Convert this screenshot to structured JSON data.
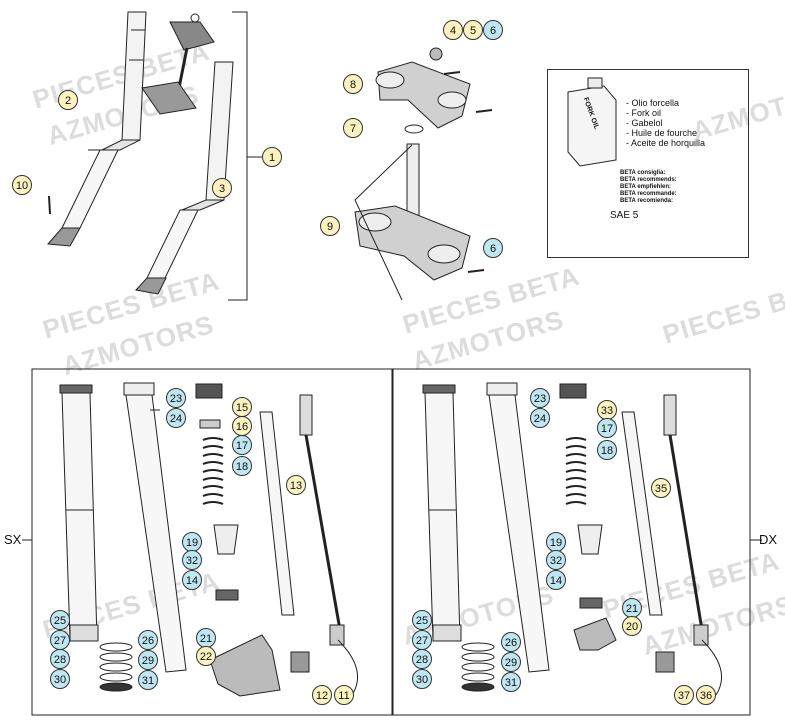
{
  "watermarks": [
    "PIECES BETA",
    "AZMOTORS",
    "PIECES BETA",
    "AZMOTORS",
    "PIECES BETA",
    "AZMOTORS",
    "PIECES BETA",
    "AZMOTORS",
    "PIECES BETA",
    "AZMOTORS",
    "PIECES BETA",
    "AZMOTORS"
  ],
  "side_labels": {
    "left": "SX",
    "right": "DX"
  },
  "oil_box": {
    "can_label": "FORK OIL",
    "lines": [
      "- Olio forcella",
      "- Fork oil",
      "- Gabelol",
      "- Huile de fourche",
      "- Aceite de horquilla"
    ],
    "recommend": [
      "BETA consiglia:",
      "BETA recommends:",
      "BETA empfiehlen:",
      "BETA recommande:",
      "BETA recomienda:"
    ],
    "grade": "SAE 5"
  },
  "callouts": {
    "c1": "1",
    "c2": "2",
    "c3": "3",
    "c10": "10",
    "c4": "4",
    "c5": "5",
    "c6a": "6",
    "c8": "8",
    "c7": "7",
    "c9": "9",
    "c6b": "6",
    "l23": "23",
    "l24": "24",
    "l15": "15",
    "l16": "16",
    "l17": "17",
    "l18": "18",
    "l13": "13",
    "l19": "19",
    "l32": "32",
    "l14": "14",
    "l25": "25",
    "l27": "27",
    "l26": "26",
    "l28": "28",
    "l29": "29",
    "l30": "30",
    "l31": "31",
    "l21": "21",
    "l22": "22",
    "l12": "12",
    "l11": "11",
    "r23": "23",
    "r24": "24",
    "r33": "33",
    "r17": "17",
    "r18": "18",
    "r35": "35",
    "r19": "19",
    "r32": "32",
    "r14": "14",
    "r21": "21",
    "r20": "20",
    "r25": "25",
    "r27": "27",
    "r26": "26",
    "r28": "28",
    "r29": "29",
    "r30": "30",
    "r31": "31",
    "r37": "37",
    "r36": "36"
  }
}
